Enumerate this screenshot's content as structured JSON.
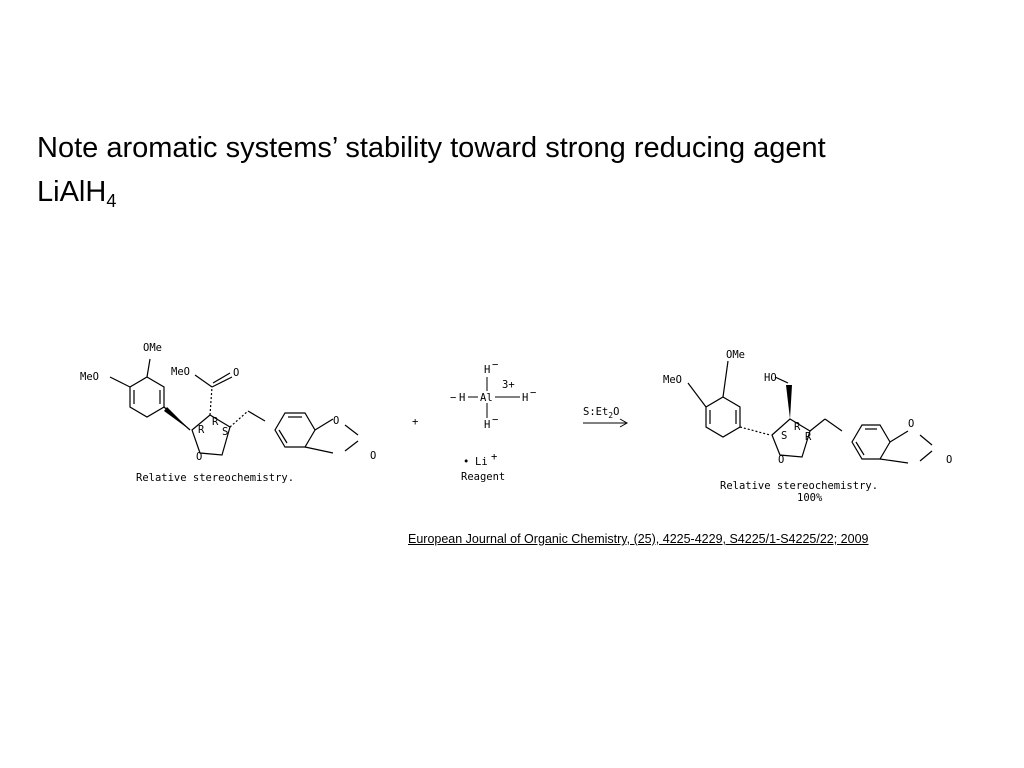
{
  "slide": {
    "title_main": "Note aromatic systems’ stability toward strong reducing agent",
    "title_reagent_base": "LiAlH",
    "title_reagent_sub": "4"
  },
  "scheme": {
    "reactant": {
      "labels": {
        "ome": "OMe",
        "meo_ring": "MeO",
        "meo_ester": "MeO",
        "carbonyl_o": "O",
        "ring_o": "O",
        "diox_o1": "O",
        "diox_o2": "O",
        "stereo_r1": "R",
        "stereo_r2": "R",
        "stereo_s": "S"
      },
      "caption": "Relative stereochemistry."
    },
    "plus": "+",
    "reagent": {
      "h_top": "H",
      "h_left": "H",
      "al": "Al",
      "h_right": "H",
      "h_bottom": "H",
      "charge_minus": "−",
      "charge_3plus": "3+",
      "li_prefix": "•",
      "li": "Li",
      "li_charge": "+",
      "caption": "Reagent"
    },
    "arrow": {
      "solvent_prefix": "S:Et",
      "solvent_sub": "2",
      "solvent_suffix": "O"
    },
    "product": {
      "labels": {
        "ome": "OMe",
        "meo_ring": "MeO",
        "ho": "HO",
        "ring_o": "O",
        "diox_o1": "O",
        "diox_o2": "O",
        "stereo_s": "S",
        "stereo_r1": "R",
        "stereo_r2": "R"
      },
      "caption": "Relative stereochemistry.",
      "yield": "100%"
    }
  },
  "citation": "European Journal of Organic Chemistry,  (25), 4225-4229, S4225/1-S4225/22; 2009"
}
